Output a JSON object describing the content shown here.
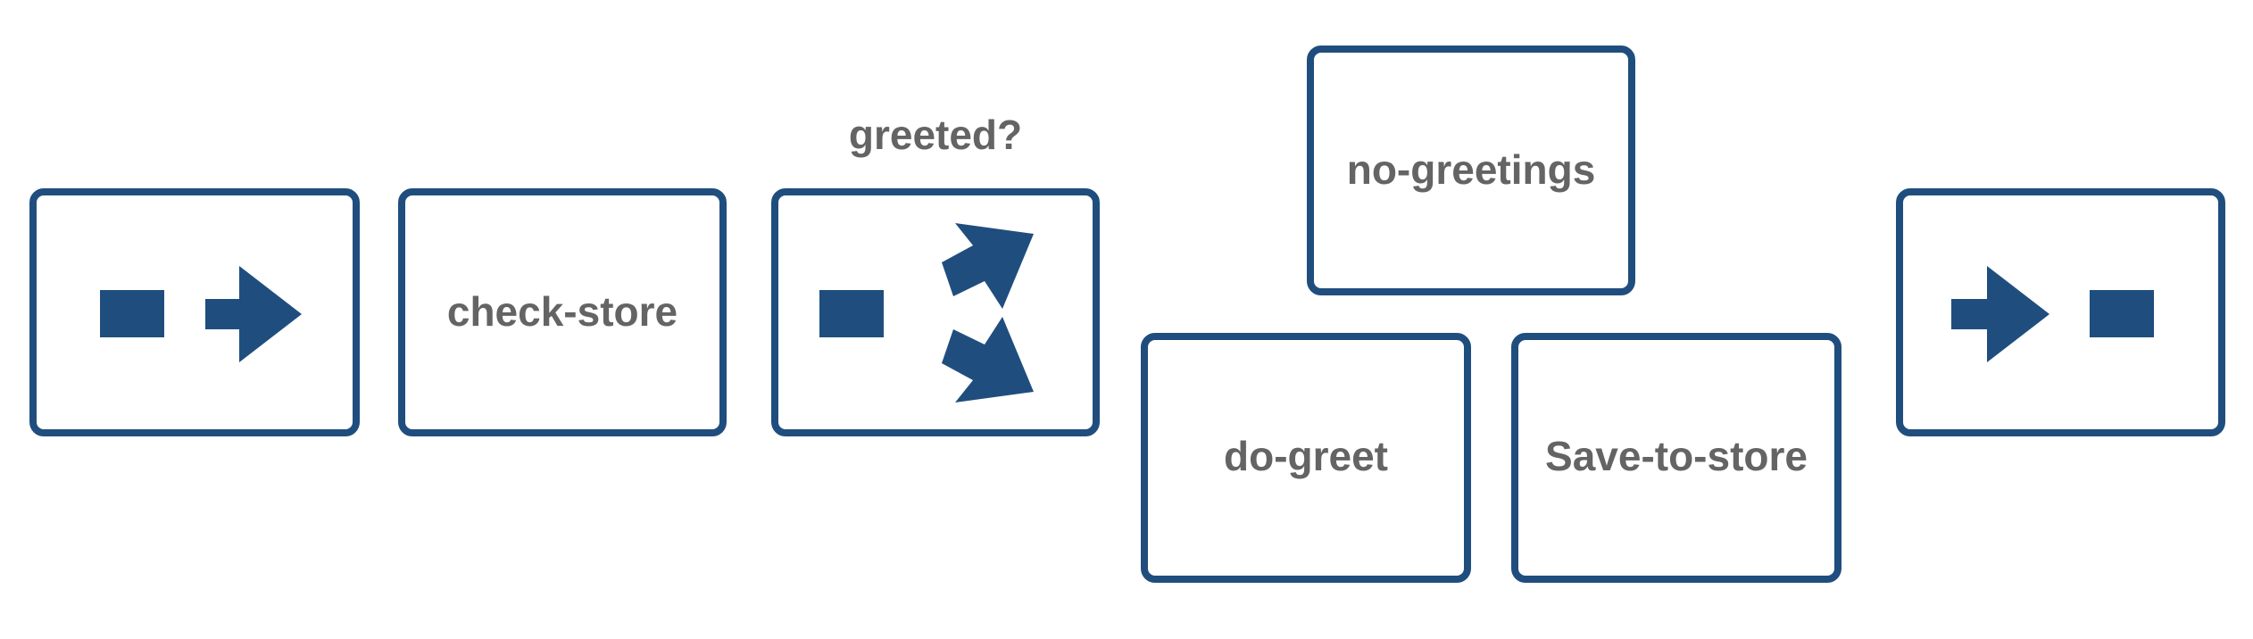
{
  "colors": {
    "accent": "#1f4e7e",
    "text": "#646464",
    "background": "#ffffff"
  },
  "nodes": {
    "start": {
      "kind": "start-node",
      "icons": [
        "stop-square-icon",
        "arrow-right-icon"
      ]
    },
    "check_store": {
      "label": "check-store"
    },
    "decision": {
      "label": "greeted?",
      "icons": [
        "stop-square-icon",
        "branch-arrows-icon"
      ]
    },
    "no_greetings": {
      "label": "no-greetings"
    },
    "do_greet": {
      "label": "do-greet"
    },
    "save_to_store": {
      "label": "Save-to-store"
    },
    "end": {
      "kind": "end-node",
      "icons": [
        "arrow-right-icon",
        "stop-square-icon"
      ]
    }
  }
}
